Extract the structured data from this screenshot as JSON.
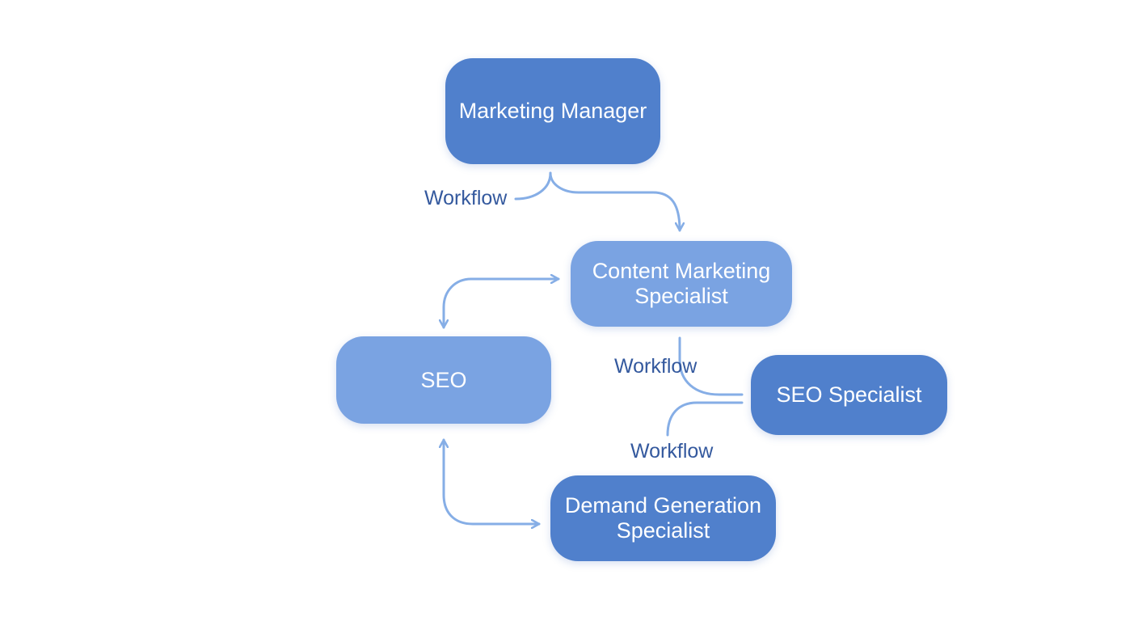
{
  "diagram": {
    "nodes": [
      {
        "id": "mm",
        "label": "Marketing Manager"
      },
      {
        "id": "cms",
        "label": "Content Marketing Specialist"
      },
      {
        "id": "seo",
        "label": "SEO"
      },
      {
        "id": "seos",
        "label": "SEO Specialist"
      },
      {
        "id": "dgs",
        "label": "Demand Generation Specialist"
      }
    ],
    "edge_labels": [
      "Workflow",
      "Workflow",
      "Workflow"
    ],
    "edges": [
      {
        "from": "mm",
        "to": "cms",
        "label": "Workflow"
      },
      {
        "from": "cms",
        "to": "seo",
        "bidirectional": true
      },
      {
        "from": "cms",
        "to": "seos",
        "label": "Workflow"
      },
      {
        "from": "seos",
        "to": "dgs",
        "label": "Workflow"
      },
      {
        "from": "seo",
        "to": "dgs",
        "bidirectional": true
      }
    ],
    "colors": {
      "node_dark": "#5080cc",
      "node_light": "#7aa3e2",
      "connector": "#86aee6",
      "label_text": "#34599e",
      "background": "#ffffff"
    }
  }
}
